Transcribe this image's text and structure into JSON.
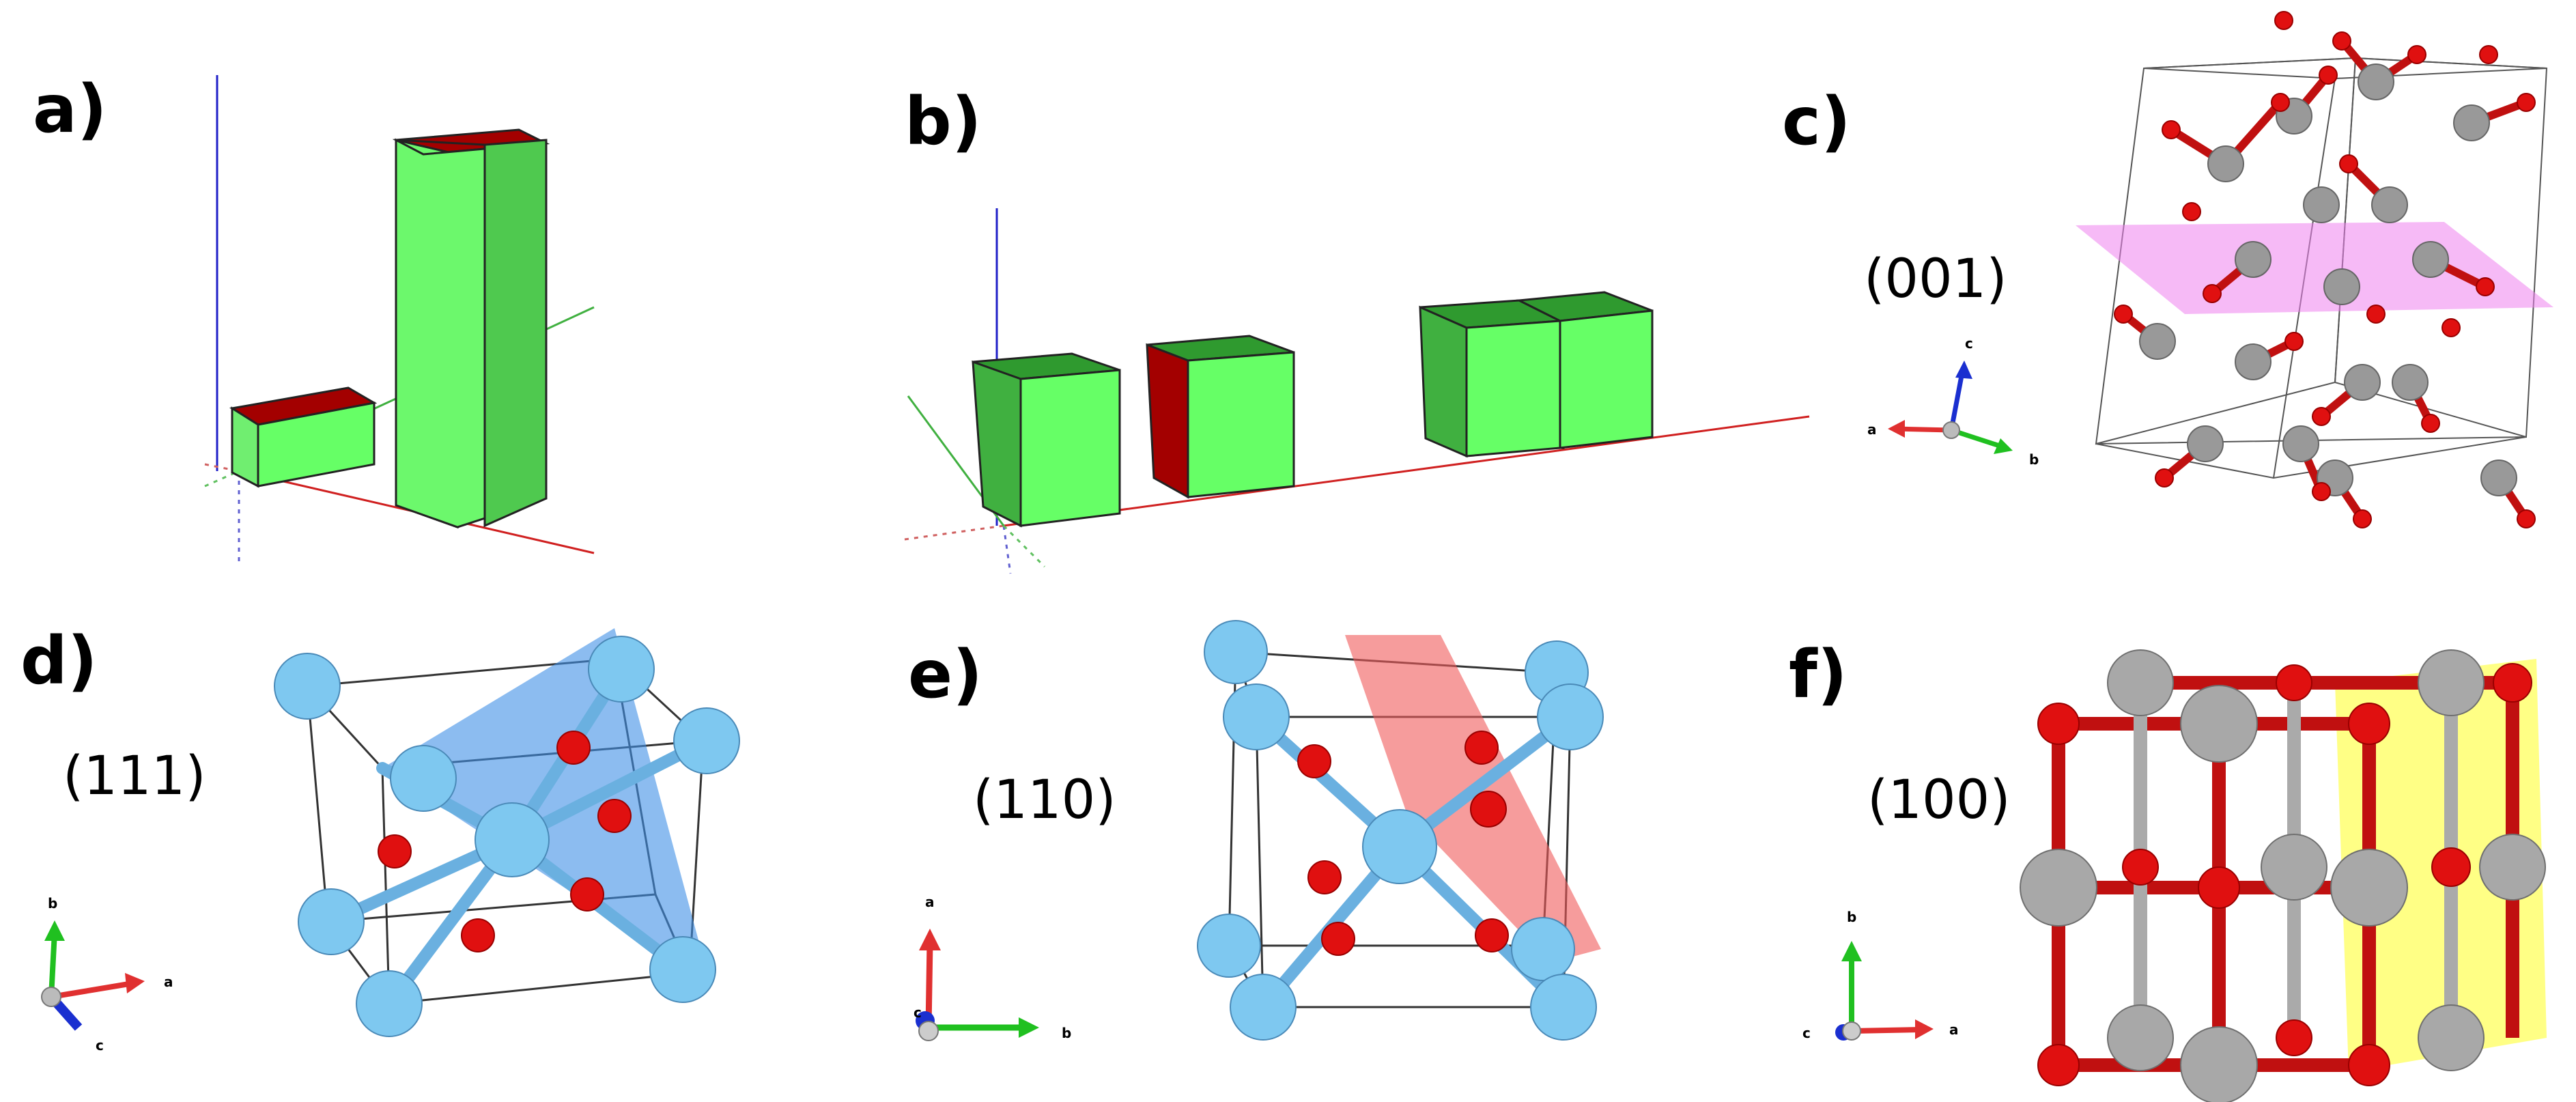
{
  "panels": [
    {
      "letter": "a)"
    },
    {
      "letter": "b)"
    },
    {
      "letter": "c)",
      "plane": "(001)",
      "plane_color": "#ee82ee"
    },
    {
      "letter": "d)",
      "plane": "(111)",
      "plane_color": "#3f8fe6"
    },
    {
      "letter": "e)",
      "plane": "(110)",
      "plane_color": "#f05a5a"
    },
    {
      "letter": "f)",
      "plane": "(100)",
      "plane_color": "#ffff33"
    }
  ],
  "axes_labels": {
    "a": "a",
    "b": "b",
    "c": "c"
  },
  "colors": {
    "box_green": "#66ff66",
    "box_green_dark": "#4cc94c",
    "box_red": "#a30000",
    "oxygen": "#e01010",
    "metal_grey": "#999999",
    "metal_blue": "#7ec8f0",
    "axis_red": "#e03030",
    "axis_green": "#20c020",
    "axis_blue": "#1a2fd0"
  }
}
